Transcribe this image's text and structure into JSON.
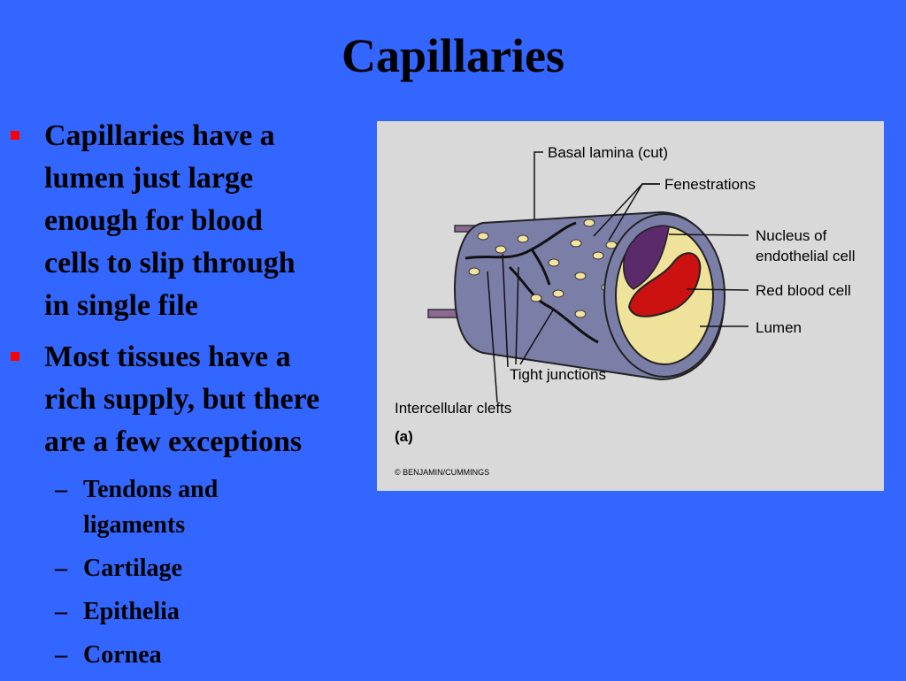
{
  "slide": {
    "title": "Capillaries",
    "bullets": [
      {
        "lines": [
          "Capillaries have a",
          "lumen just large",
          "enough for blood",
          "cells to slip through",
          "in single file"
        ]
      },
      {
        "lines": [
          "Most tissues have a",
          "rich supply, but there",
          "are a few exceptions"
        ]
      }
    ],
    "sub_bullets": [
      {
        "lines": [
          "Tendons and",
          "ligaments"
        ]
      },
      {
        "lines": [
          "Cartilage"
        ]
      },
      {
        "lines": [
          "Epithelia"
        ]
      },
      {
        "lines": [
          "Cornea"
        ]
      }
    ]
  },
  "figure": {
    "labels": {
      "basal_lamina": "Basal lamina (cut)",
      "fenestrations": "Fenestrations",
      "nucleus_line1": "Nucleus of",
      "nucleus_line2": "endothelial cell",
      "red_blood_cell": "Red blood cell",
      "lumen": "Lumen",
      "tight_junctions": "Tight junctions",
      "intercellular_clefts": "Intercellular clefts",
      "panel": "(a)",
      "credit": "© BENJAMIN/CUMMINGS"
    },
    "colors": {
      "background": "#d9d9d9",
      "tube": "#7b7fa8",
      "basal_lamina": "#8a6a90",
      "nucleus": "#5a2a6a",
      "red_blood_cell": "#cc1111",
      "lumen": "#efe29a",
      "fenestration": "#f4e3a0"
    }
  }
}
